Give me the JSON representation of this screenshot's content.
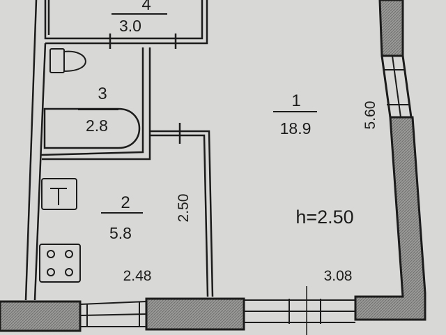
{
  "rooms": [
    {
      "number": "1",
      "area": "18.9"
    },
    {
      "number": "2",
      "area": "5.8"
    },
    {
      "number": "3",
      "area": "2.8"
    },
    {
      "number": "4",
      "area": "3.0"
    }
  ],
  "dimensions": {
    "room1_length": "5.60",
    "room1_width": "3.08",
    "room2_length": "2.50",
    "room2_width": "2.48"
  },
  "ceiling_height": "h=2.50",
  "colors": {
    "paper": "#d8d8d6",
    "wall_hatch": "#8f8f8d",
    "line": "#1c1c1c"
  }
}
